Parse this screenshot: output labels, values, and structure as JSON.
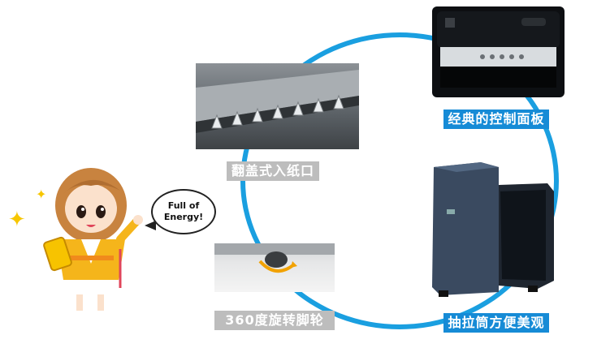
{
  "features": {
    "feed": {
      "label": "翻盖式入纸口"
    },
    "panel": {
      "label": "经典的控制面板"
    },
    "wheel": {
      "label": "360度旋转脚轮"
    },
    "bin": {
      "label": "抽拉筒方便美观"
    }
  },
  "mascot": {
    "speech": [
      "Full of",
      "Energy!"
    ]
  },
  "colors": {
    "ring": "#1a9fe0",
    "label_blue": "#168bd6",
    "label_gray": "#bdbdbd"
  }
}
